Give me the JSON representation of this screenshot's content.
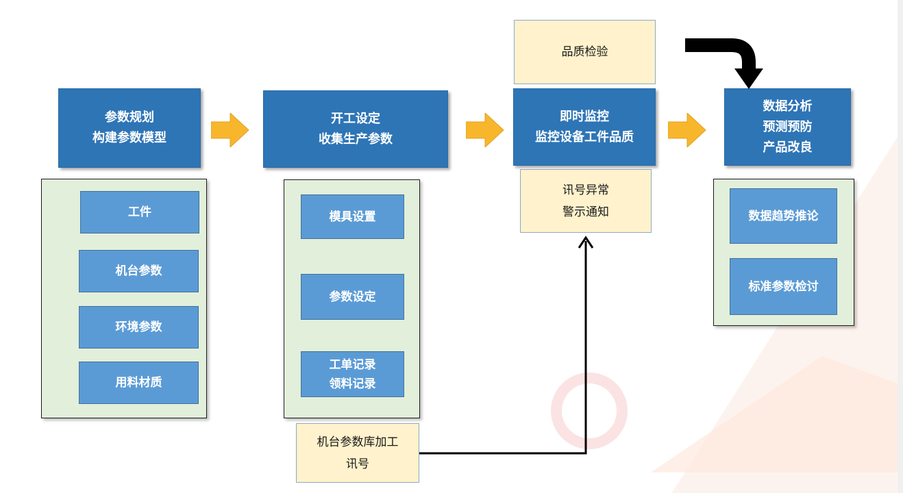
{
  "steps": [
    {
      "lines": [
        "参数规划",
        "构建参数模型"
      ],
      "items": [
        [
          "工件"
        ],
        [
          "机台参数"
        ],
        [
          "环境参数"
        ],
        [
          "用料材质"
        ]
      ]
    },
    {
      "lines": [
        "开工设定",
        "收集生产参数"
      ],
      "items": [
        [
          "模具设置"
        ],
        [
          "参数设定"
        ],
        [
          "工单记录",
          "领料记录"
        ]
      ]
    },
    {
      "lines": [
        "即时监控",
        "监控设备工件品质"
      ]
    },
    {
      "lines": [
        "数据分析",
        "预测预防",
        "产品改良"
      ],
      "items": [
        [
          "数据趋势推论"
        ],
        [
          "标准参数检讨"
        ]
      ]
    }
  ],
  "notes": {
    "quality_check": [
      "品质检验"
    ],
    "alert": [
      "讯号异常",
      "警示通知"
    ],
    "machine_db": [
      "机台参数库加工",
      "讯号"
    ]
  },
  "colors": {
    "header": "#2e75b6",
    "item": "#5b9bd5",
    "panel": "#e2efda",
    "note": "#fff2cc",
    "arrow": "#f8b62d"
  }
}
